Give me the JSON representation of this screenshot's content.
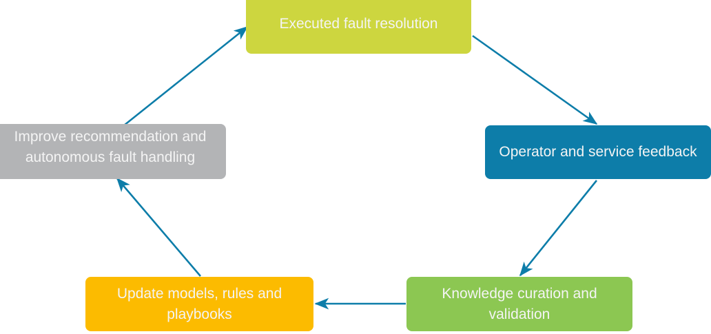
{
  "diagram": {
    "type": "cycle-flow",
    "title": "",
    "background": "#ffffff",
    "arrow_color": "#0d7da9",
    "text_color": "#f4f4f4",
    "nodes": [
      {
        "id": "executed",
        "label": "Executed fault resolution",
        "color": "#cdd63f",
        "position": "top"
      },
      {
        "id": "operator",
        "label": "Operator and service feedback",
        "color": "#0d7da9",
        "position": "right"
      },
      {
        "id": "knowledge",
        "label": "Knowledge curation and validation",
        "color": "#8cc752",
        "position": "bottom-right"
      },
      {
        "id": "update",
        "label": "Update models, rules and playbooks",
        "color": "#fcbb00",
        "position": "bottom-left"
      },
      {
        "id": "improve",
        "label": "Improve recommendation and autonomous fault handling",
        "color": "#b3b4b6",
        "position": "left"
      }
    ],
    "edges": [
      {
        "id": "edge-executed-operator",
        "from": "executed",
        "to": "operator",
        "label": ""
      },
      {
        "id": "edge-operator-knowledge",
        "from": "operator",
        "to": "knowledge",
        "label": ""
      },
      {
        "id": "edge-knowledge-update",
        "from": "knowledge",
        "to": "update",
        "label": ""
      },
      {
        "id": "edge-update-improve",
        "from": "update",
        "to": "improve",
        "label": ""
      },
      {
        "id": "edge-improve-executed",
        "from": "improve",
        "to": "executed",
        "label": ""
      }
    ]
  }
}
